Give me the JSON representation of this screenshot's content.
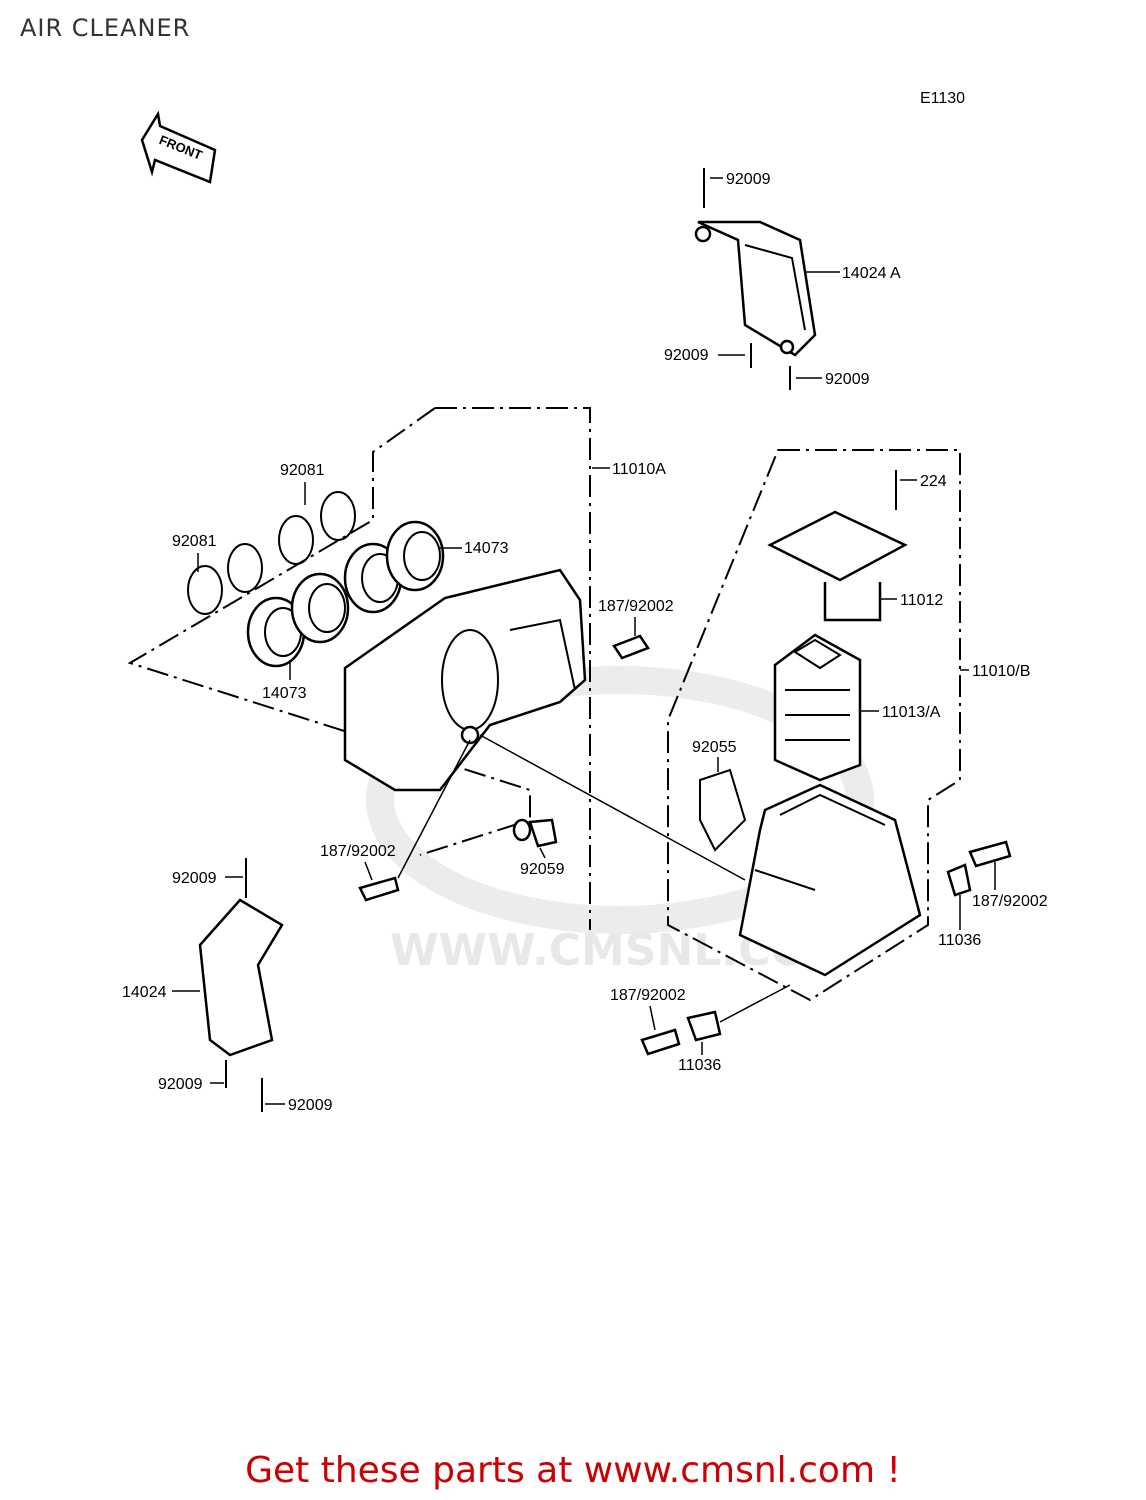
{
  "title": "AIR CLEANER",
  "diagram_code": "E1130",
  "front_arrow_text": "FRONT",
  "watermark": "WWW.CMSNL.COM",
  "footer": "Get these parts at www.cmsnl.com !",
  "labels": {
    "screw_top": "92009",
    "cover_right": "14024 A",
    "screw_right_1": "92009",
    "screw_right_2": "92009",
    "housing_a": "11010A",
    "ring_upper": "92081",
    "ring_left": "92081",
    "holder_upper": "14073",
    "holder_lower": "14073",
    "bolt_housing": "187/92002",
    "screw_cap": "224",
    "cap": "11012",
    "housing_b": "11010/B",
    "element": "11013/A",
    "seal": "92055",
    "bolt_lower_left": "187/92002",
    "plug": "92059",
    "screw_left_top": "92009",
    "cover_left": "14024",
    "screw_left_bottom_1": "92009",
    "screw_left_bottom_2": "92009",
    "bolt_right": "187/92002",
    "bracket_right": "11036",
    "bolt_bottom": "187/92002",
    "bracket_bottom": "11036"
  }
}
